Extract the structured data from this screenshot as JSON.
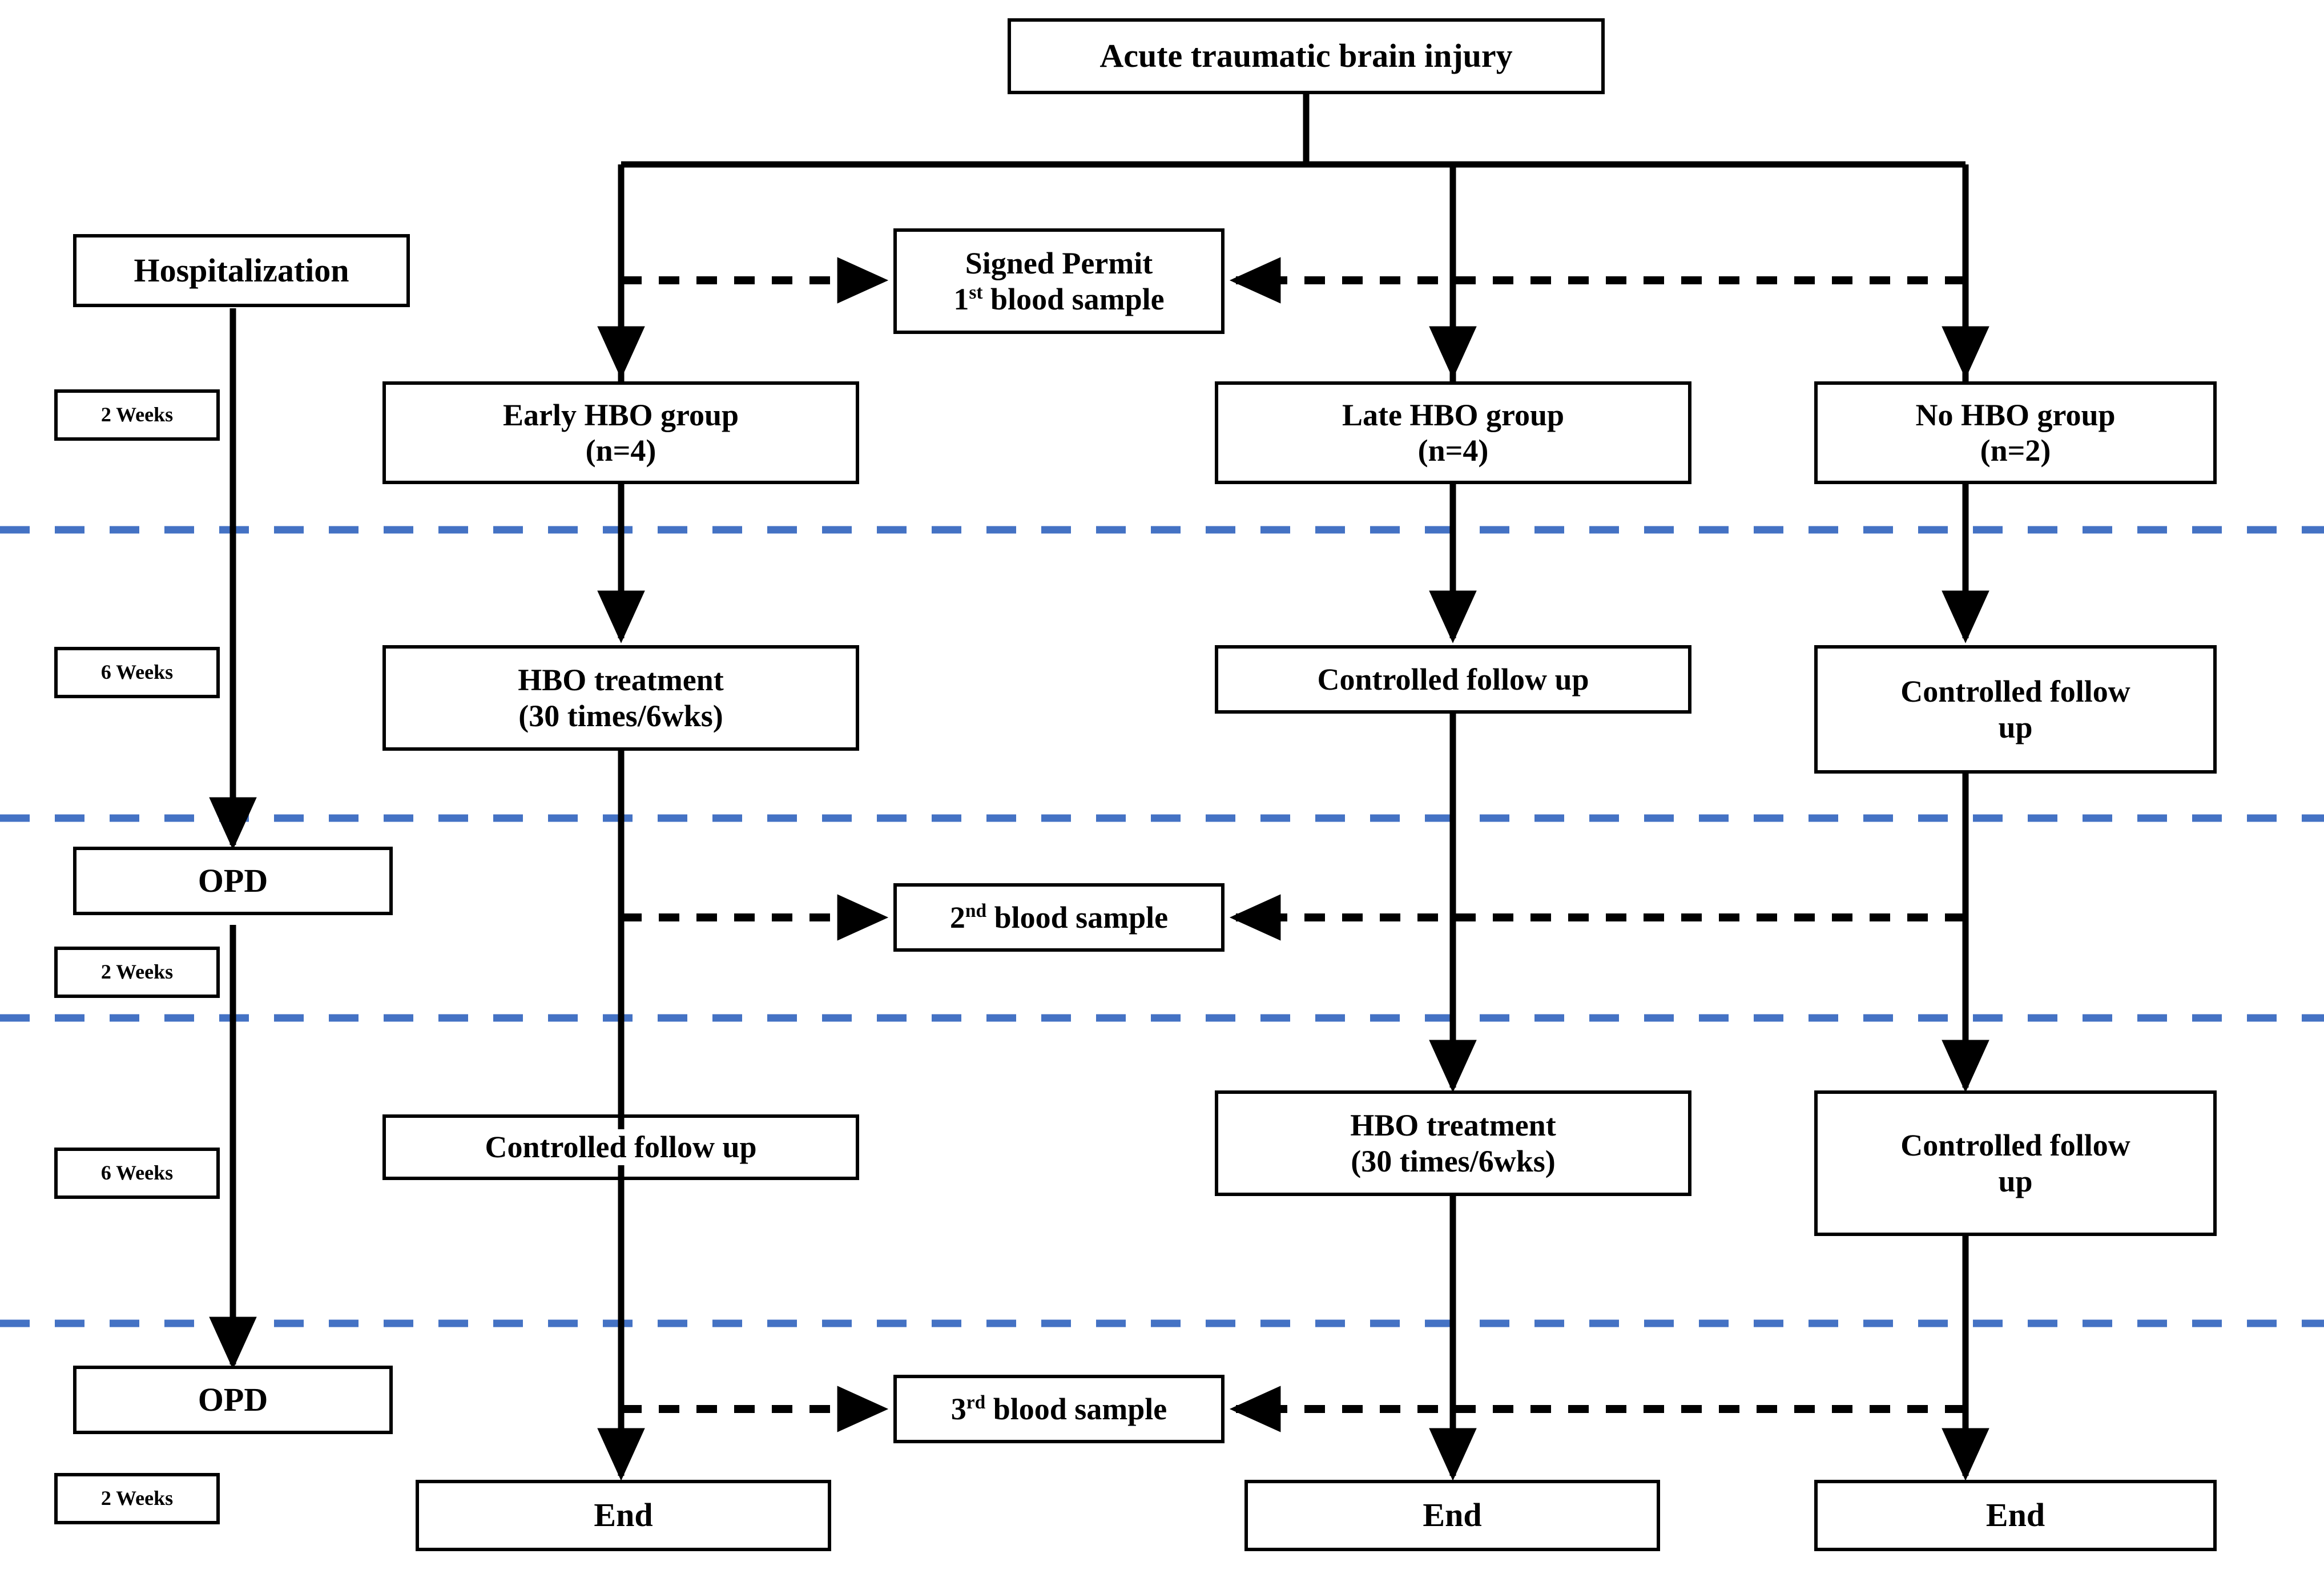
{
  "diagram": {
    "title": "Acute traumatic brain injury study flowchart",
    "accent_line_color": "#4472C4",
    "line_color": "#000000",
    "background": "#FFFFFF"
  },
  "root": {
    "label": "Acute traumatic brain injury"
  },
  "permit": {
    "line1": "Signed Permit",
    "line2_pre": "1",
    "line2_sup": "st",
    "line2_post": " blood sample"
  },
  "timeline": {
    "hospitalization": "Hospitalization",
    "opd_1": "OPD",
    "opd_2": "OPD",
    "durations": [
      {
        "label": "2 Weeks"
      },
      {
        "label": "6 Weeks"
      },
      {
        "label": "2 Weeks"
      },
      {
        "label": "6 Weeks"
      },
      {
        "label": "2 Weeks"
      }
    ]
  },
  "columns": [
    {
      "id": "early",
      "group": {
        "line1": "Early HBO group",
        "line2": "(n=4)"
      },
      "phase1": {
        "line1": "HBO treatment",
        "line2": "(30 times/6wks)"
      },
      "phase2": {
        "line1": "Controlled follow up"
      },
      "end": {
        "label": "End"
      }
    },
    {
      "id": "late",
      "group": {
        "line1": "Late HBO group",
        "line2": "(n=4)"
      },
      "phase1": {
        "line1": "Controlled follow up"
      },
      "phase2": {
        "line1": "HBO treatment",
        "line2": "(30 times/6wks)"
      },
      "end": {
        "label": "End"
      }
    },
    {
      "id": "none",
      "group": {
        "line1": "No HBO group",
        "line2": "(n=2)"
      },
      "phase1": {
        "line1": "Controlled follow",
        "line2": "up"
      },
      "phase2": {
        "line1": "Controlled follow",
        "line2": "up"
      },
      "end": {
        "label": "End"
      }
    }
  ],
  "blood_samples": [
    {
      "pre": "2",
      "sup": "nd",
      "post": " blood sample"
    },
    {
      "pre": "3",
      "sup": "rd",
      "post": " blood sample"
    }
  ]
}
